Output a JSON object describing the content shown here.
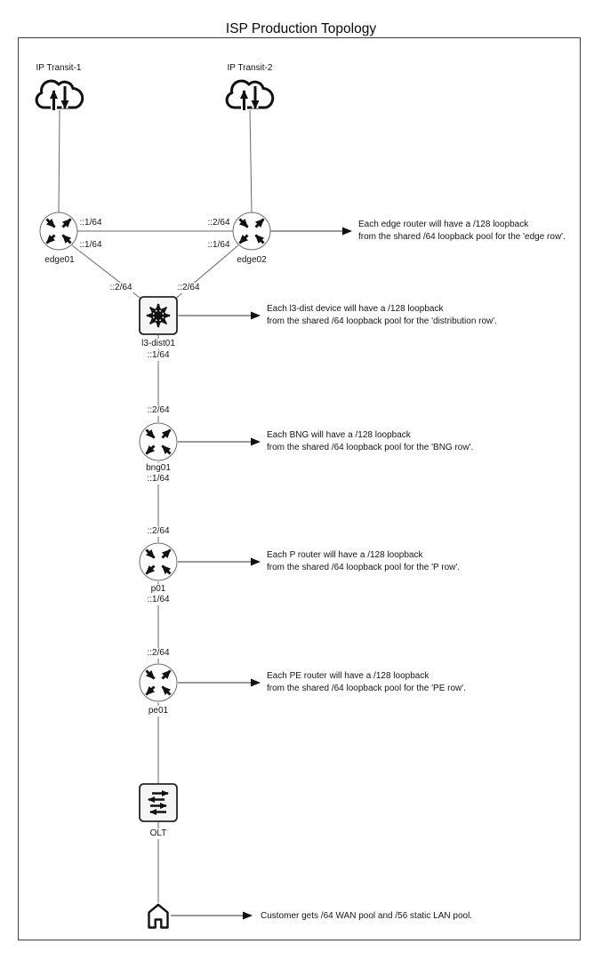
{
  "title": "ISP Production Topology",
  "nodes": {
    "transit1": {
      "label": "IP Transit-1",
      "icon": "cloud-transit-icon"
    },
    "transit2": {
      "label": "IP Transit-2",
      "icon": "cloud-transit-icon"
    },
    "edge01": {
      "label": "edge01",
      "icon": "router-icon",
      "port_top": "::1/64",
      "port_bottom": "::1/64"
    },
    "edge02": {
      "label": "edge02",
      "icon": "router-icon",
      "port_top": "::2/64",
      "port_bottom": "::1/64"
    },
    "l3dist01": {
      "label": "l3-dist01",
      "icon": "l3-switch-icon",
      "port_left": "::2/64",
      "port_right": "::2/64",
      "port_bottom": "::1/64"
    },
    "bng01": {
      "label": "bng01",
      "icon": "router-icon",
      "port_top": "::2/64",
      "port_bottom": "::1/64"
    },
    "p01": {
      "label": "p01",
      "icon": "router-icon",
      "port_top": "::2/64",
      "port_bottom": "::1/64"
    },
    "pe01": {
      "label": "pe01",
      "icon": "router-icon",
      "port_top": "::2/64"
    },
    "olt": {
      "label": "OLT",
      "icon": "switch-icon"
    },
    "customer": {
      "icon": "house-icon"
    }
  },
  "annotations": {
    "edge": {
      "line1": "Each edge router will have a /128 loopback",
      "line2": "from the shared /64 loopback pool for the 'edge row'."
    },
    "dist": {
      "line1": "Each l3-dist device will have a /128 loopback",
      "line2": "from the shared /64 loopback pool for the 'distribution row'."
    },
    "bng": {
      "line1": "Each BNG will have a /128 loopback",
      "line2": "from the shared /64 loopback pool for the 'BNG row'."
    },
    "p": {
      "line1": "Each P router will have a /128 loopback",
      "line2": "from the shared /64 loopback pool for the 'P row'."
    },
    "pe": {
      "line1": "Each PE router will have a /128 loopback",
      "line2": "from the shared /64 loopback pool for the 'PE row'."
    },
    "customer": {
      "line1": "Customer gets /64 WAN pool and /56 static LAN pool."
    }
  },
  "colors": {
    "stroke": "#111111",
    "link": "#666666",
    "node_fill": "#f5f5f5",
    "background": "#ffffff"
  }
}
